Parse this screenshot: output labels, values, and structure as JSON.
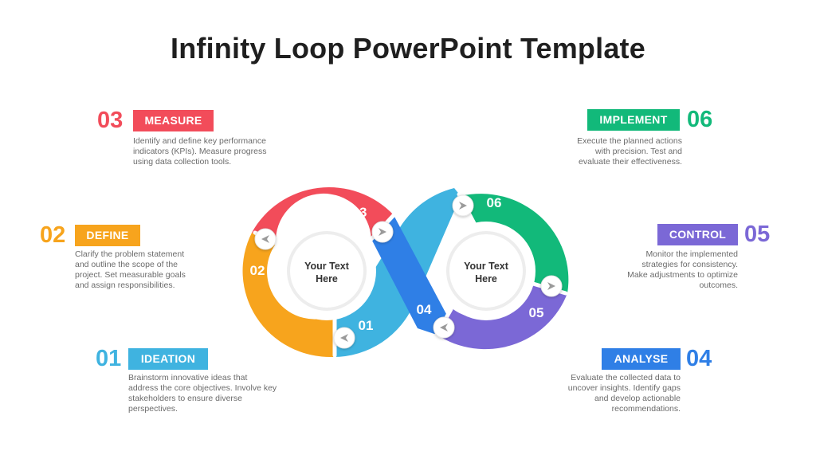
{
  "title": "Infinity Loop PowerPoint Template",
  "colors": {
    "measure": "#F24C5A",
    "define": "#F7A41D",
    "ideation": "#3FB3E0",
    "analyse": "#2F7FE6",
    "control": "#7B68D6",
    "implement": "#12B97A"
  },
  "steps": [
    {
      "num": "01",
      "label": "IDEATION",
      "desc": [
        "Brainstorm innovative ideas that",
        "address the core objectives. Involve key",
        "stakeholders to ensure diverse",
        "perspectives."
      ]
    },
    {
      "num": "02",
      "label": "DEFINE",
      "desc": [
        "Clarify the problem statement",
        "and outline the scope of the",
        "project. Set measurable goals",
        "and assign responsibilities."
      ]
    },
    {
      "num": "03",
      "label": "MEASURE",
      "desc": [
        "Identify and define key performance",
        "indicators (KPIs). Measure progress",
        "using data collection tools."
      ]
    },
    {
      "num": "04",
      "label": "ANALYSE",
      "desc": [
        "Evaluate the collected data to",
        "uncover insights. Identify gaps",
        "and develop actionable",
        "recommendations."
      ]
    },
    {
      "num": "05",
      "label": "CONTROL",
      "desc": [
        "Monitor the implemented",
        "strategies for consistency.",
        "Make adjustments to optimize",
        "outcomes."
      ]
    },
    {
      "num": "06",
      "label": "IMPLEMENT",
      "desc": [
        "Execute the planned actions",
        "with precision. Test and",
        "evaluate their effectiveness."
      ]
    }
  ],
  "centers": {
    "left": [
      "Your Text",
      "Here"
    ],
    "right": [
      "Your Text",
      "Here"
    ]
  },
  "icons": [
    "arrow-icon"
  ]
}
